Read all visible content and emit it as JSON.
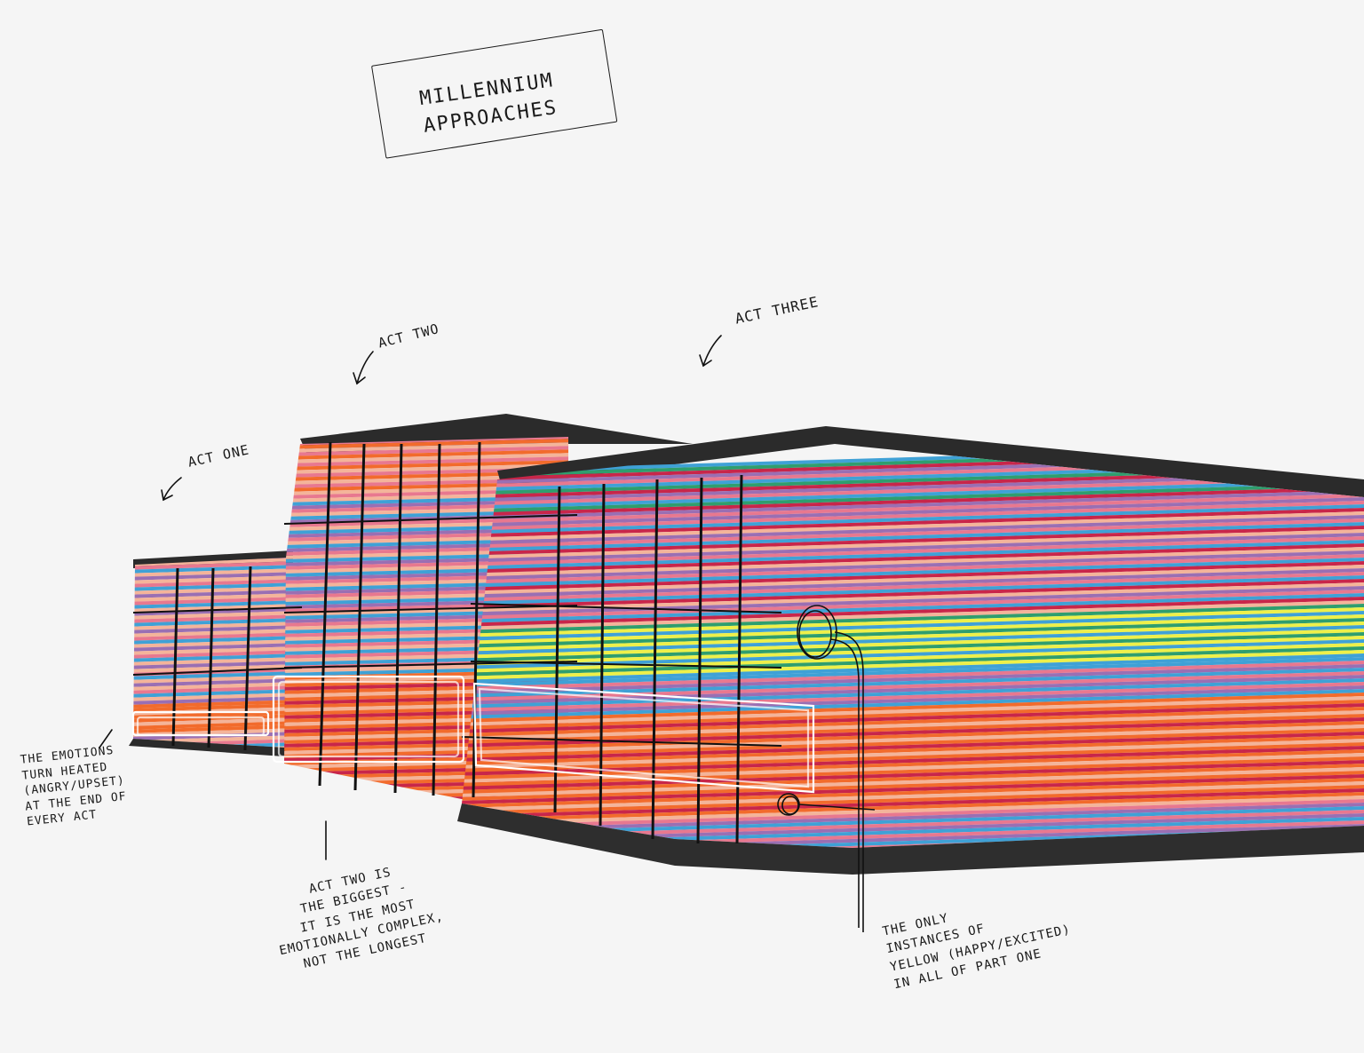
{
  "title": "MILLENNIUM APPROACHES",
  "labels": {
    "act_one": "ACT ONE",
    "act_two": "ACT TWO",
    "act_three": "ACT THREE"
  },
  "notes": {
    "emotions": "THE EMOTIONS\nTURN HEATED\n(ANGRY/UPSET)\nAT THE END OF\nEVERY ACT",
    "act_two_biggest": "ACT TWO IS\nTHE BIGGEST -\nIT IS THE MOST\nEMOTIONALLY COMPLEX,\nNOT THE LONGEST",
    "yellow": "THE ONLY\nINSTANCES OF\nYELLOW (HAPPY/EXCITED)\nIN ALL OF PART ONE"
  },
  "colors": {
    "background": "#f5f5f5",
    "cover": "#2b2b2b",
    "thread": "#111111",
    "orange": "#f26b2c",
    "pink": "#e8788f",
    "purple": "#9a6fb3",
    "blue": "#3fa1d6",
    "yellow": "#eef04a",
    "green": "#2f9e6e",
    "crimson": "#c8264a",
    "peach": "#f4b49a"
  }
}
